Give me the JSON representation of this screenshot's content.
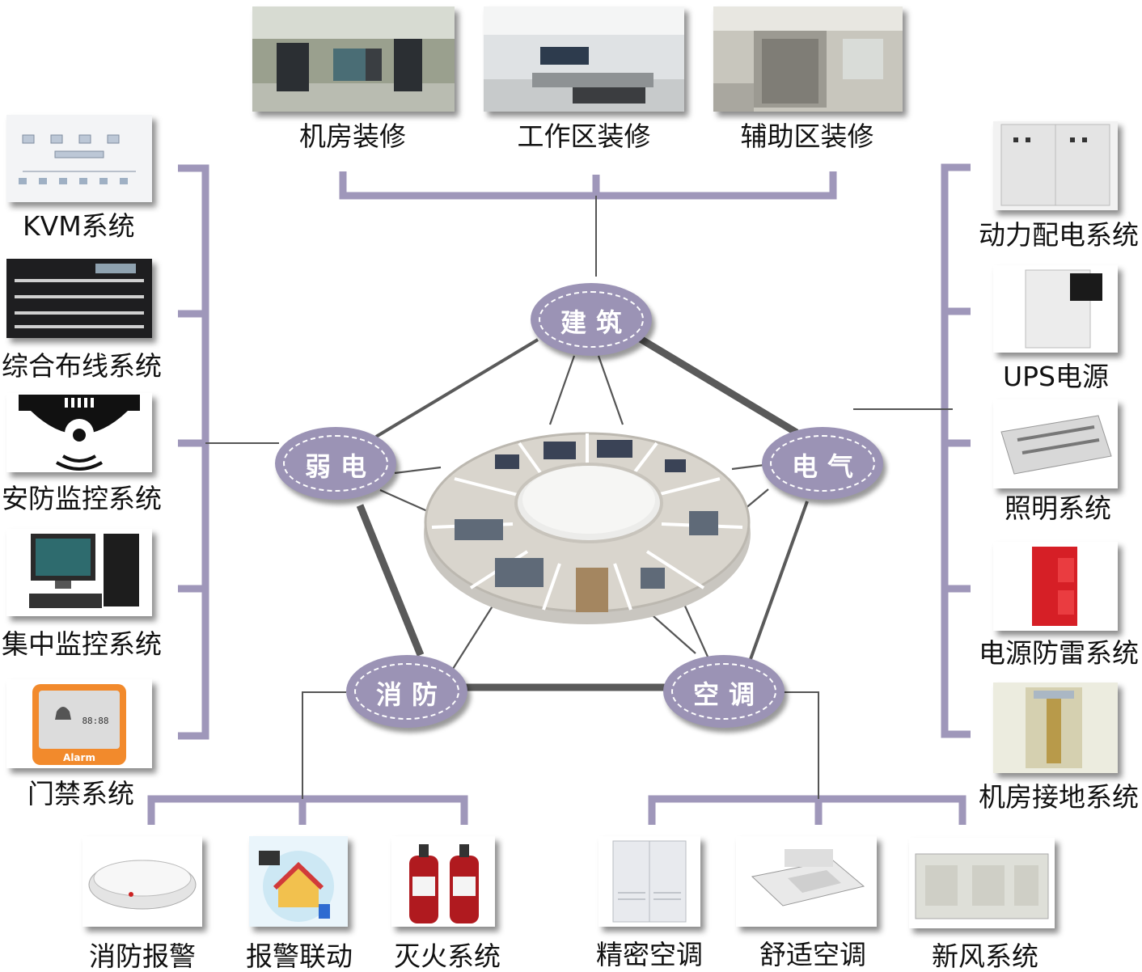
{
  "top_items": [
    "机房装修",
    "工作区装修",
    "辅助区装修"
  ],
  "left_items": [
    "KVM系统",
    "综合布线系统",
    "安防监控系统",
    "集中监控系统",
    "门禁系统"
  ],
  "right_items": [
    "动力配电系统",
    "UPS电源",
    "照明系统",
    "电源防雷系统",
    "机房接地系统"
  ],
  "bottom_left_items": [
    "消防报警",
    "报警联动",
    "灭火系统"
  ],
  "bottom_right_items": [
    "精密空调",
    "舒适空调",
    "新风系统"
  ],
  "nodes": {
    "top": "建筑",
    "left": "弱电",
    "right": "电气",
    "bottom_left": "消防",
    "bottom_right": "空调"
  },
  "image_texts": {
    "alarm_panel": "Alarm",
    "alarm_clock": "88:88"
  },
  "colors": {
    "bracket": "#9f97ba",
    "node_fill": "#9b93b5",
    "connector": "#555555"
  }
}
